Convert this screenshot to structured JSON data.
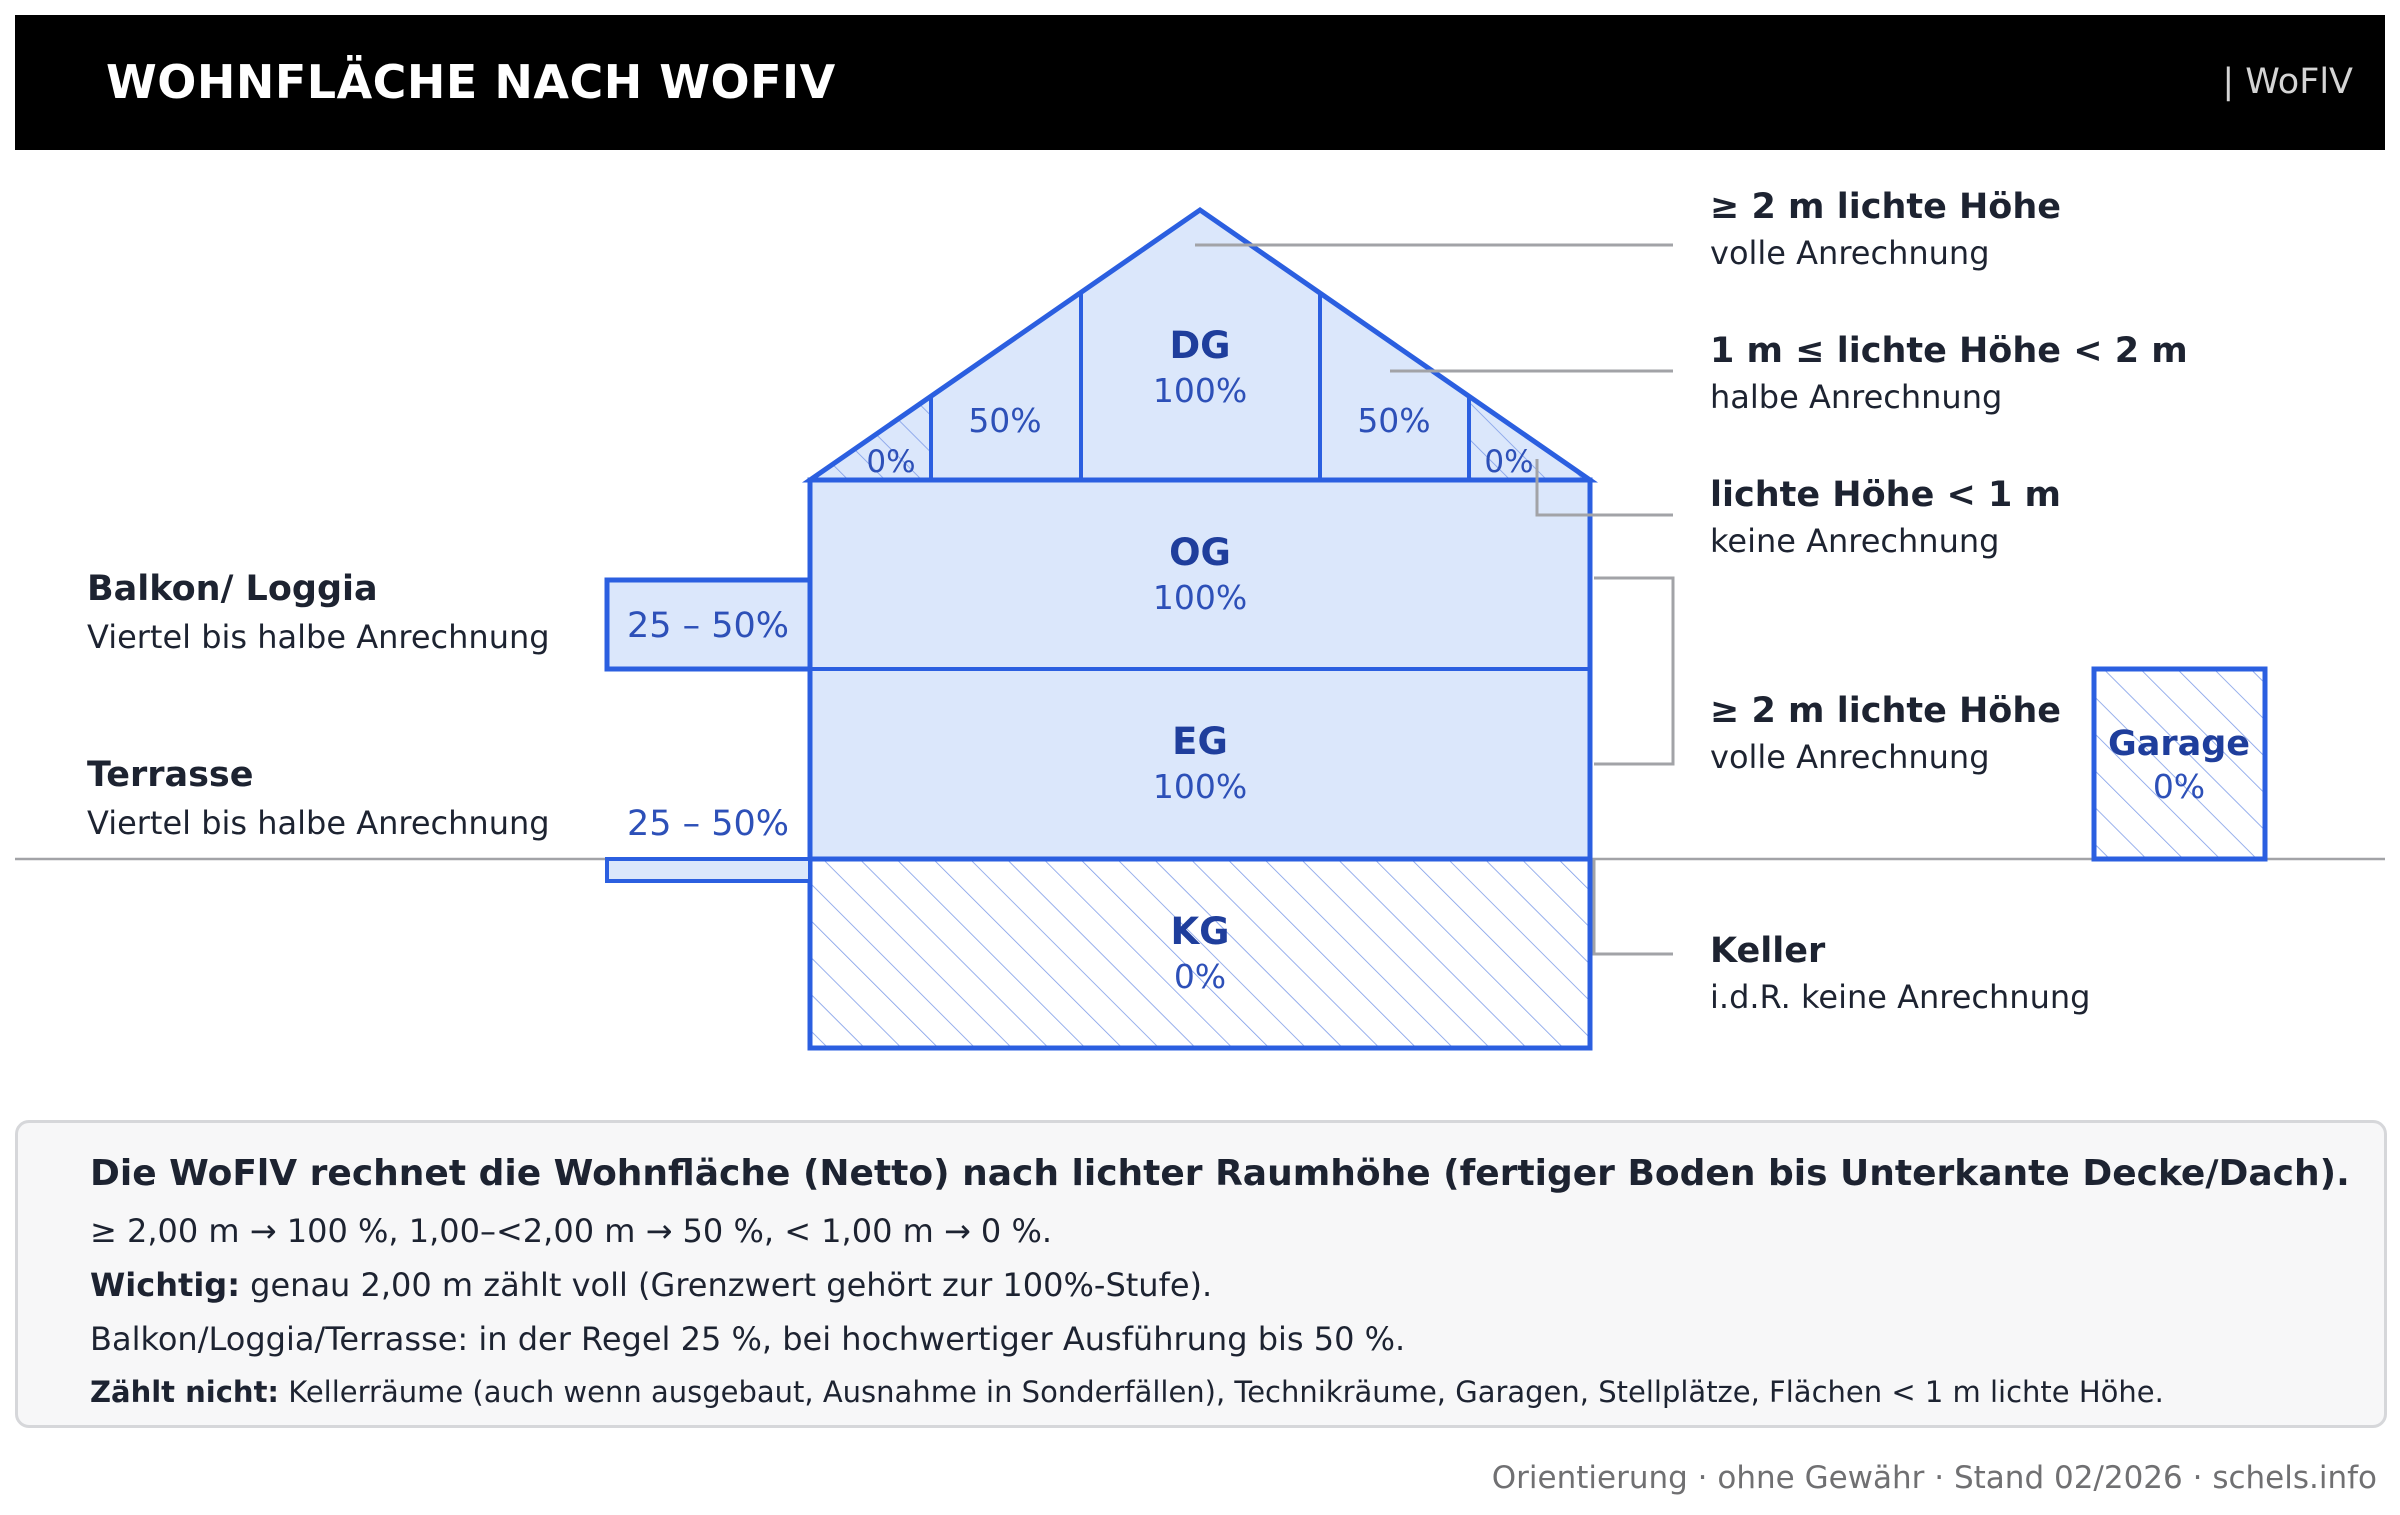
{
  "header": {
    "title": "WOHNFLÄCHE NACH WOFIV",
    "tag": "| WoFlV"
  },
  "floors": {
    "dg": {
      "name": "DG",
      "pct": "100%"
    },
    "dg_half_left": "50%",
    "dg_half_right": "50%",
    "dg_zero_left": "0%",
    "dg_zero_right": "0%",
    "og": {
      "name": "OG",
      "pct": "100%"
    },
    "eg": {
      "name": "EG",
      "pct": "100%"
    },
    "kg": {
      "name": "KG",
      "pct": "0%"
    },
    "balkon_pct": "25 – 50%",
    "terrasse_pct": "25 – 50%",
    "garage": {
      "name": "Garage",
      "pct": "0%"
    }
  },
  "labels_right": {
    "full_height": {
      "title": "≥ 2 m lichte Höhe",
      "sub": "volle Anrechnung"
    },
    "half_height": {
      "title": "1 m ≤ lichte Höhe < 2 m",
      "sub": "halbe Anrechnung"
    },
    "low_height": {
      "title": "lichte Höhe < 1 m",
      "sub": "keine Anrechnung"
    },
    "floors_full": {
      "title": "≥ 2 m lichte Höhe",
      "sub": "volle Anrechnung"
    },
    "keller": {
      "title": "Keller",
      "sub": "i.d.R. keine Anrechnung"
    }
  },
  "labels_left": {
    "balkon": {
      "title": "Balkon/ Loggia",
      "sub": "Viertel bis halbe Anrechnung"
    },
    "terrasse": {
      "title": "Terrasse",
      "sub": "Viertel bis halbe Anrechnung"
    }
  },
  "note": {
    "title": "Die WoFlV rechnet die Wohnfläche (Netto) nach lichter Raumhöhe (fertiger Boden bis Unterkante Decke/Dach).",
    "line1": "≥ 2,00 m → 100 %, 1,00–<2,00 m → 50 %, < 1,00 m → 0 %.",
    "line2_label": "Wichtig:",
    "line2_text": " genau 2,00 m zählt voll (Grenzwert gehört zur 100%-Stufe).",
    "line3": "Balkon/Loggia/Terrasse: in der Regel 25 %, bei hochwertiger Ausführung bis 50 %.",
    "line4_label": "Zählt nicht:",
    "line4_text": " Kellerräume (auch wenn ausgebaut, Ausnahme in Sonderfällen), Technikräume, Garagen, Stellplätze, Flächen < 1 m lichte Höhe."
  },
  "footer": "Orientierung · ohne Gewähr · Stand 02/2026 · schels.info",
  "colors": {
    "outline": "#2b5fe0",
    "fill": "#dbe7fb",
    "hatch": "#7e9ce8",
    "leader": "#a2a3a7",
    "header_bg": "#000000"
  }
}
